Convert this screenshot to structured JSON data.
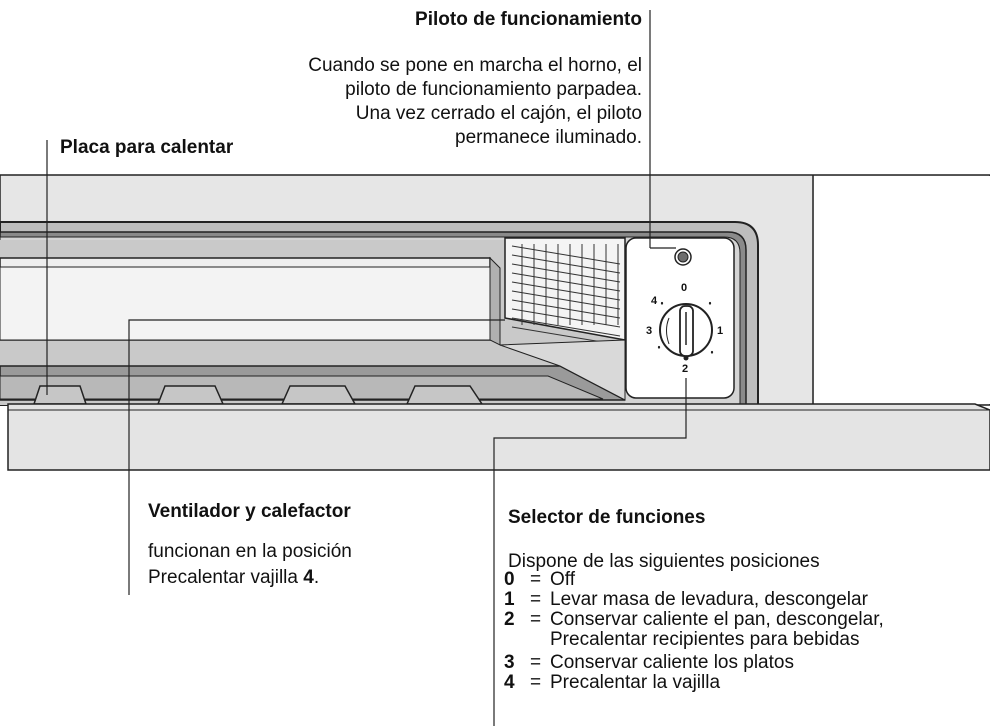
{
  "pilot": {
    "title": "Piloto de funcionamiento",
    "lines": [
      "Cuando se pone en marcha el horno, el",
      "piloto de funcionamiento parpadea.",
      "Una vez cerrado el cajón, el piloto",
      "permanece iluminado."
    ]
  },
  "plate": {
    "title": "Placa para calentar"
  },
  "fan": {
    "title": "Ventilador y calefactor",
    "line1": "funcionan en la posición",
    "line2_prefix": "Precalentar vajilla ",
    "line2_bold": "4",
    "line2_suffix": "."
  },
  "selector": {
    "title": "Selector de funciones",
    "intro": "Dispone de las siguientes posiciones",
    "positions": [
      {
        "num": "0",
        "eq": "=",
        "text": "Off"
      },
      {
        "num": "1",
        "eq": "=",
        "text": "Levar masa de levadura, descongelar"
      },
      {
        "num": "2",
        "eq": "=",
        "text": "Conservar caliente el pan, descongelar,"
      },
      {
        "num": "",
        "eq": "",
        "text": "Precalentar recipientes para bebidas"
      },
      {
        "num": "3",
        "eq": "=",
        "text": "Conservar caliente los platos"
      },
      {
        "num": "4",
        "eq": "=",
        "text": "Precalentar la vajilla"
      }
    ]
  },
  "dial": {
    "marks": [
      "0",
      "1",
      "2",
      "3",
      "4"
    ]
  }
}
